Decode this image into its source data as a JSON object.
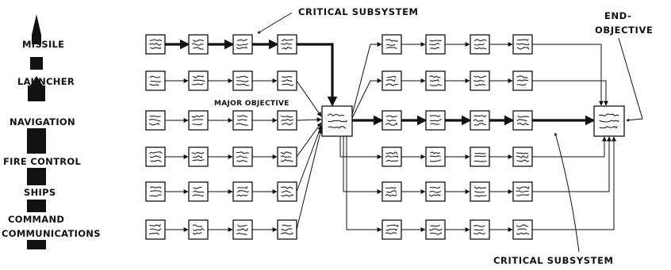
{
  "subsystems": [
    "MISSILE",
    "LAUNCHER",
    "NAVIGATION",
    "FIRE CONTROL",
    "SHIPS",
    "COMMAND",
    "COMMUNICATIONS"
  ],
  "annotations": {
    "critical_top": "CRITICAL  SUBSYSTEM",
    "critical_bottom": "CRITICAL  SUBSYSTEM",
    "major_objective": "MAJOR OBJECTIVE",
    "end_objective_line1": "END-",
    "end_objective_line2": "OBJECTIVE"
  },
  "colors": {
    "ink": "#111111",
    "paper": "#ffffff"
  }
}
